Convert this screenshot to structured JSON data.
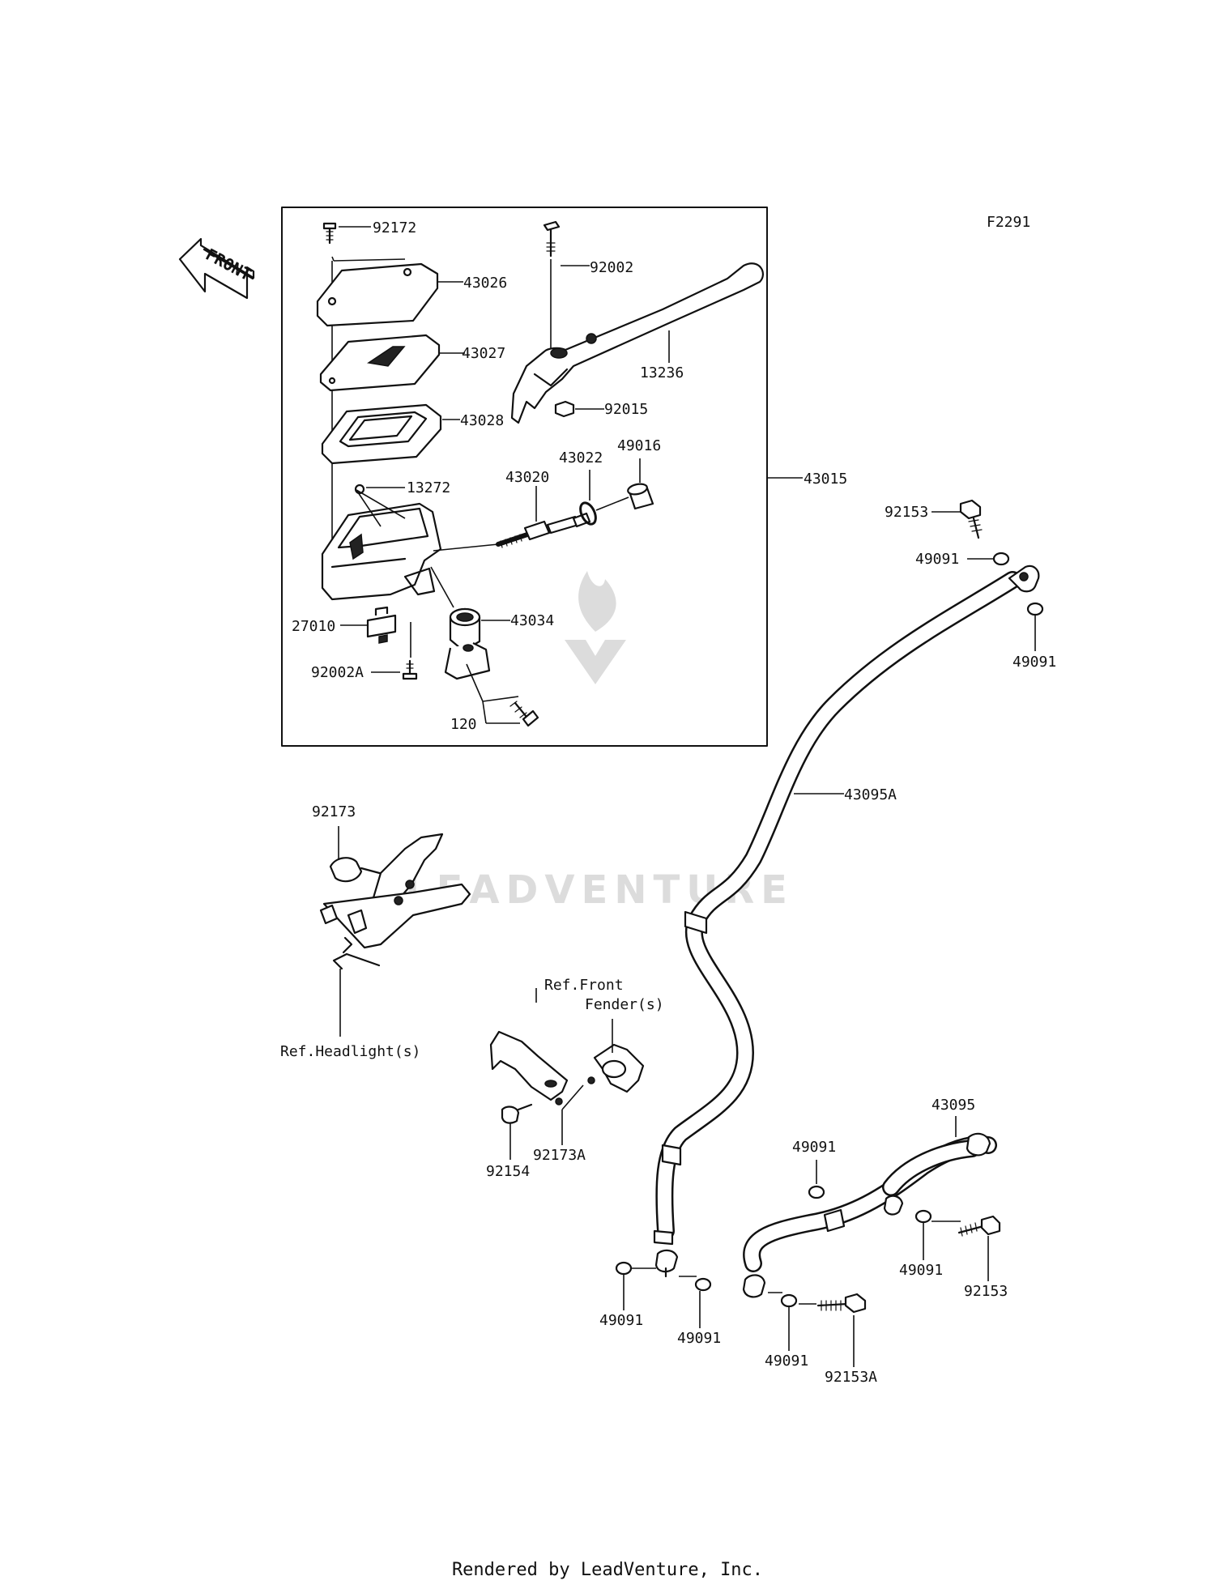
{
  "figure_code": "F2291",
  "front_arrow": "FRONT",
  "watermark": "LEADVENTURE",
  "footer": "Rendered by LeadVenture, Inc.",
  "labels": {
    "p92172": "92172",
    "p43026": "43026",
    "p43027": "43027",
    "p43028": "43028",
    "p13272": "13272",
    "p27010": "27010",
    "p92002A": "92002A",
    "p120": "120",
    "p43034": "43034",
    "p43020": "43020",
    "p43022": "43022",
    "p49016": "49016",
    "p92002": "92002",
    "p13236": "13236",
    "p92015": "92015",
    "p43015": "43015",
    "p92153_top": "92153",
    "p49091_a": "49091",
    "p49091_b": "49091",
    "p43095A": "43095A",
    "p92173": "92173",
    "ref_headlight": "Ref.Headlight(s)",
    "ref_front_1": "Ref.Front",
    "ref_front_2": "Fender(s)",
    "p92173A": "92173A",
    "p92154": "92154",
    "p43095": "43095",
    "p49091_c": "49091",
    "p49091_d": "49091",
    "p92153_right": "92153",
    "p49091_e": "49091",
    "p49091_f": "49091",
    "p49091_g": "49091",
    "p92153A": "92153A"
  }
}
